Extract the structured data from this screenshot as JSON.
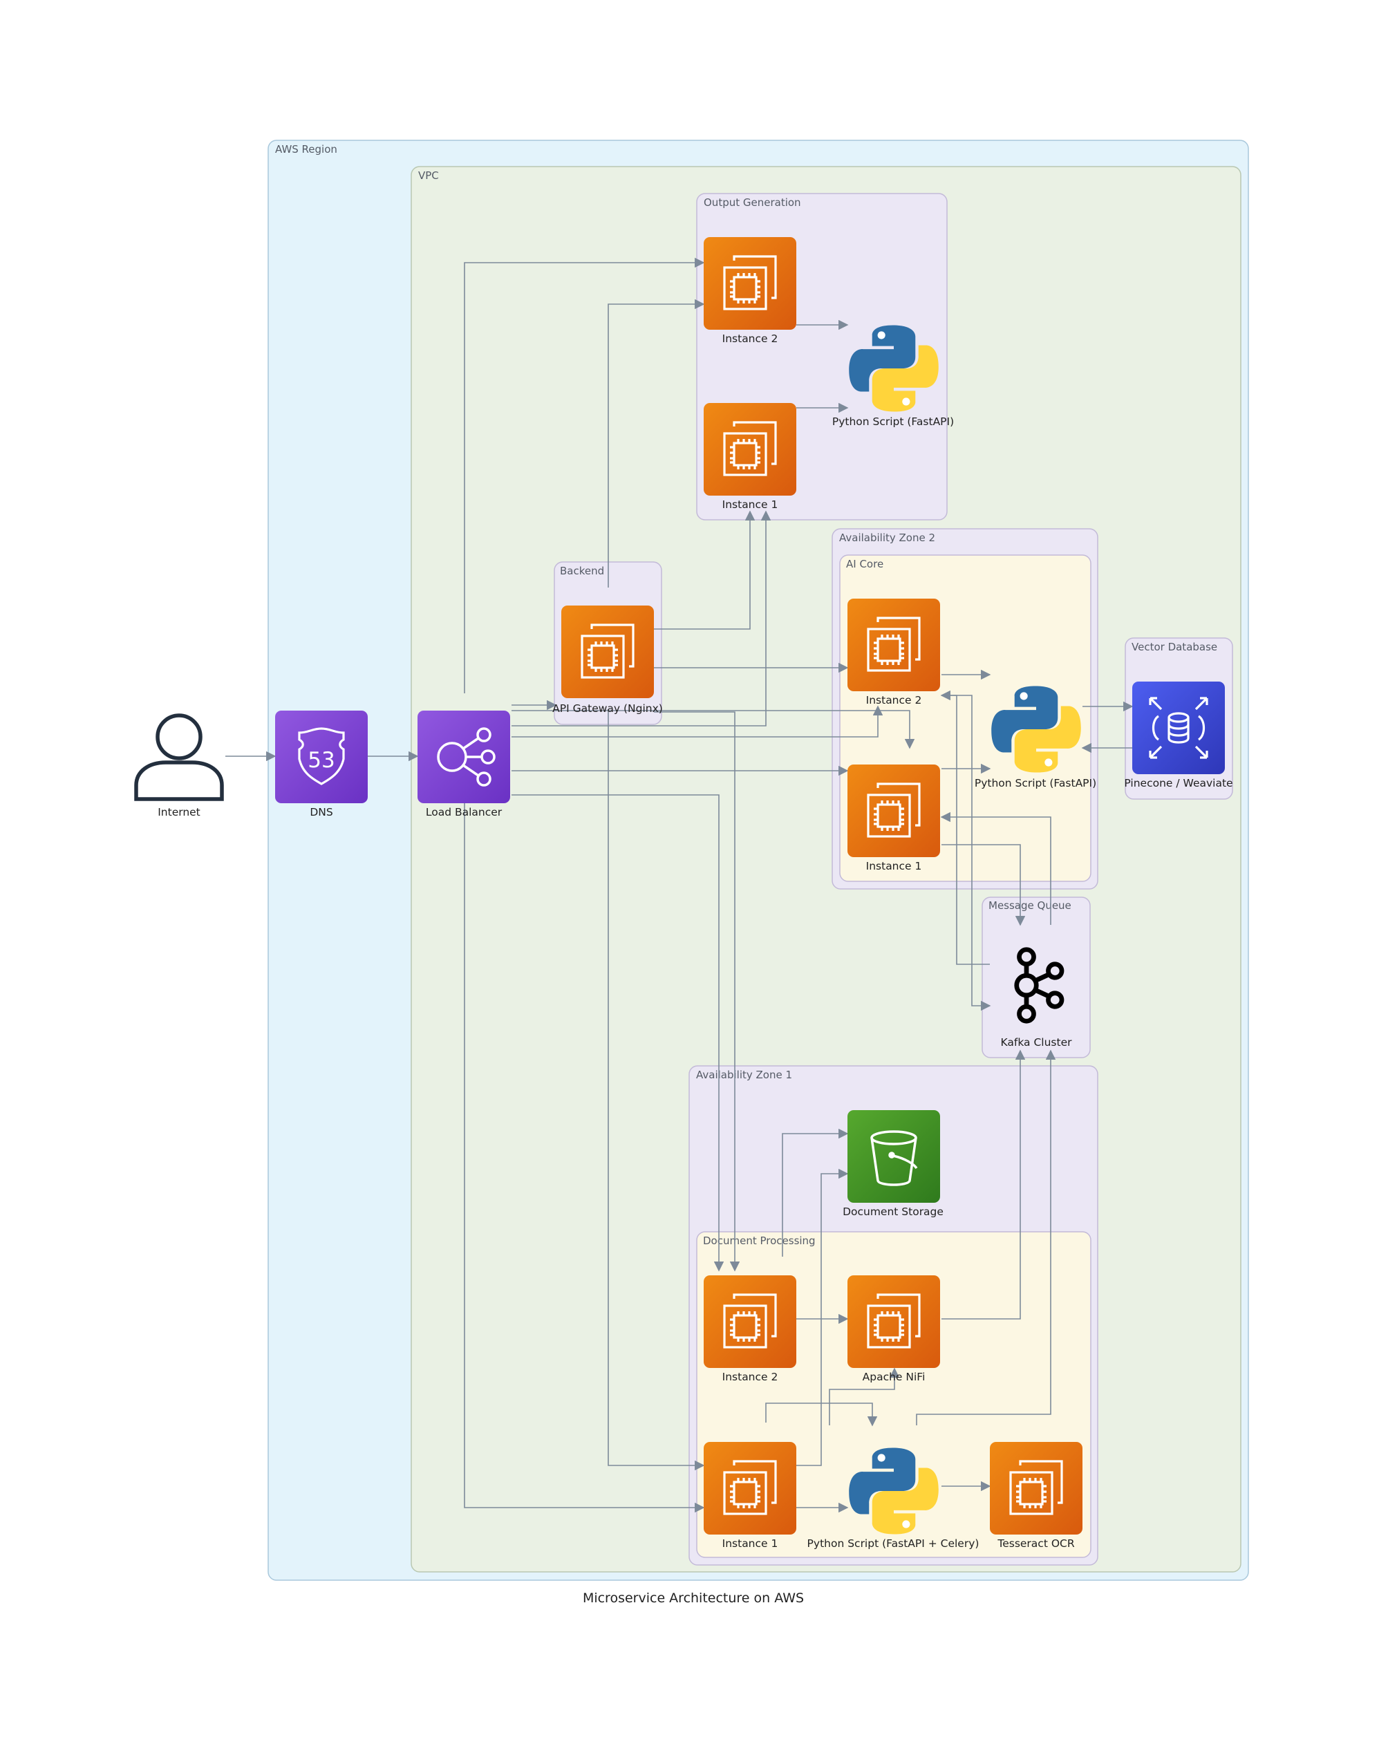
{
  "diagram": {
    "caption": "Microservice Architecture on AWS",
    "clusters": {
      "aws_region": "AWS Region",
      "vpc": "VPC",
      "output_generation": "Output Generation",
      "backend": "Backend",
      "az2": "Availability Zone 2",
      "ai_core": "AI Core",
      "vector_db": "Vector Database",
      "message_queue": "Message Queue",
      "az1": "Availability Zone 1",
      "doc_processing": "Document Processing"
    },
    "nodes": {
      "internet": "Internet",
      "dns": "DNS",
      "load_balancer": "Load Balancer",
      "api_gateway": "API Gateway (Nginx)",
      "out_instance2": "Instance 2",
      "out_instance1": "Instance 1",
      "out_python": "Python Script (FastAPI)",
      "ai_instance2": "Instance 2",
      "ai_instance1": "Instance 1",
      "ai_python": "Python Script (FastAPI)",
      "pinecone": "Pinecone / Weaviate",
      "kafka": "Kafka Cluster",
      "doc_storage": "Document Storage",
      "dp_instance2": "Instance 2",
      "nifi": "Apache NiFi",
      "dp_instance1": "Instance 1",
      "dp_python": "Python Script (FastAPI + Celery)",
      "tesseract": "Tesseract OCR"
    },
    "colors": {
      "aws_region_fill": "#e3f3fb",
      "vpc_fill": "#eaf1e4",
      "group_fill": "#ebe7f5",
      "inner_fill": "#fcf7e3",
      "ec2_orange": "#e8740f",
      "route53_purple": "#7b3fd1",
      "elb_purple": "#7b3fd1",
      "s3_green": "#3f8624",
      "rds_blue": "#3b48cc",
      "edge": "#7d8a99"
    },
    "icons": {
      "internet": "user-icon",
      "dns": "route53-icon",
      "load_balancer": "elb-icon",
      "instances": "ec2-icon",
      "python": "python-icon",
      "pinecone": "database-icon",
      "kafka": "kafka-icon",
      "doc_storage": "s3-bucket-icon"
    }
  }
}
